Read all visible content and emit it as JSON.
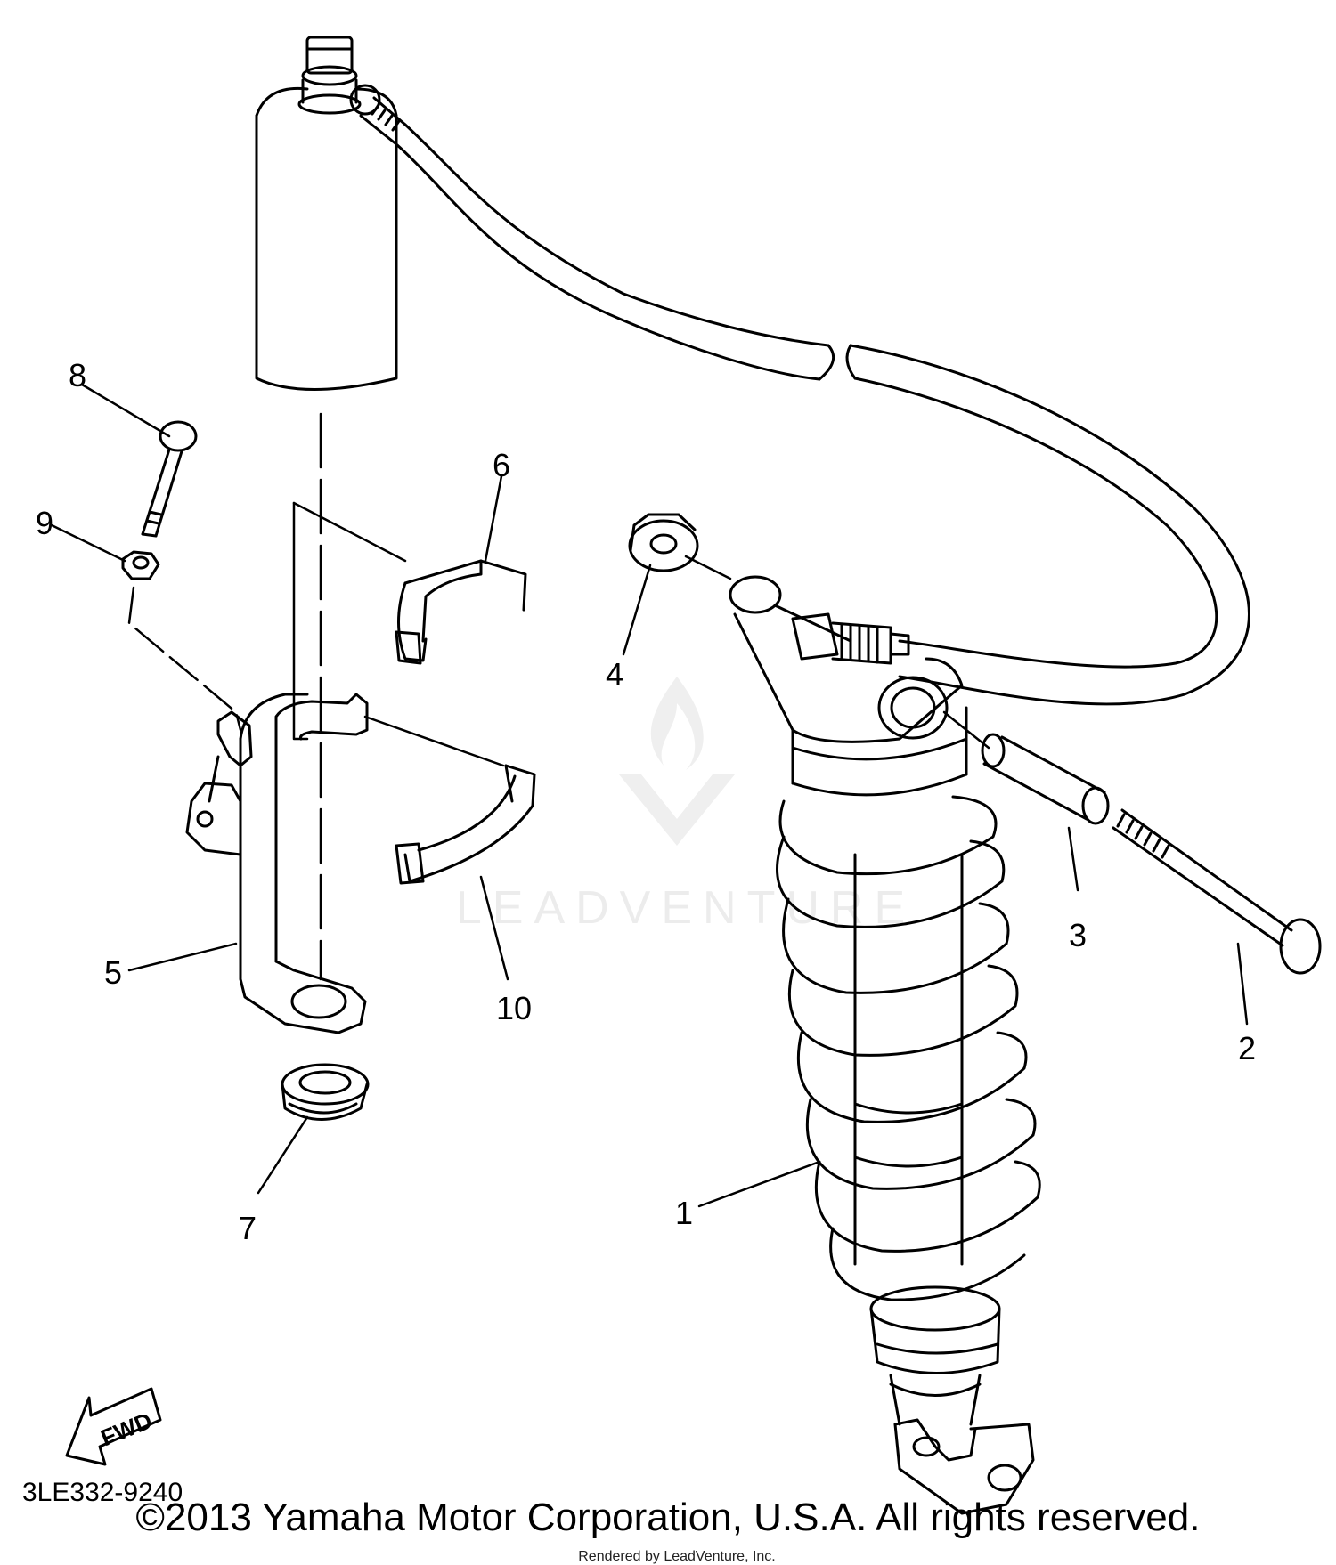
{
  "diagram": {
    "callouts": [
      {
        "id": "1",
        "label": "1"
      },
      {
        "id": "2",
        "label": "2"
      },
      {
        "id": "3",
        "label": "3"
      },
      {
        "id": "4",
        "label": "4"
      },
      {
        "id": "5",
        "label": "5"
      },
      {
        "id": "6",
        "label": "6"
      },
      {
        "id": "7",
        "label": "7"
      },
      {
        "id": "8",
        "label": "8"
      },
      {
        "id": "9",
        "label": "9"
      },
      {
        "id": "10",
        "label": "10"
      }
    ],
    "fwd_label": "FWD",
    "diagram_code": "3LE332-9240"
  },
  "footer": {
    "copyright": "©2013 Yamaha Motor Corporation, U.S.A. All rights reserved.",
    "renderer": "Rendered by LeadVenture, Inc."
  },
  "watermark": {
    "text": "LEADVENTURE",
    "icon": "leadventure-logo-icon"
  },
  "colors": {
    "ink": "#000000",
    "watermark": "#ececec",
    "background": "#ffffff"
  }
}
